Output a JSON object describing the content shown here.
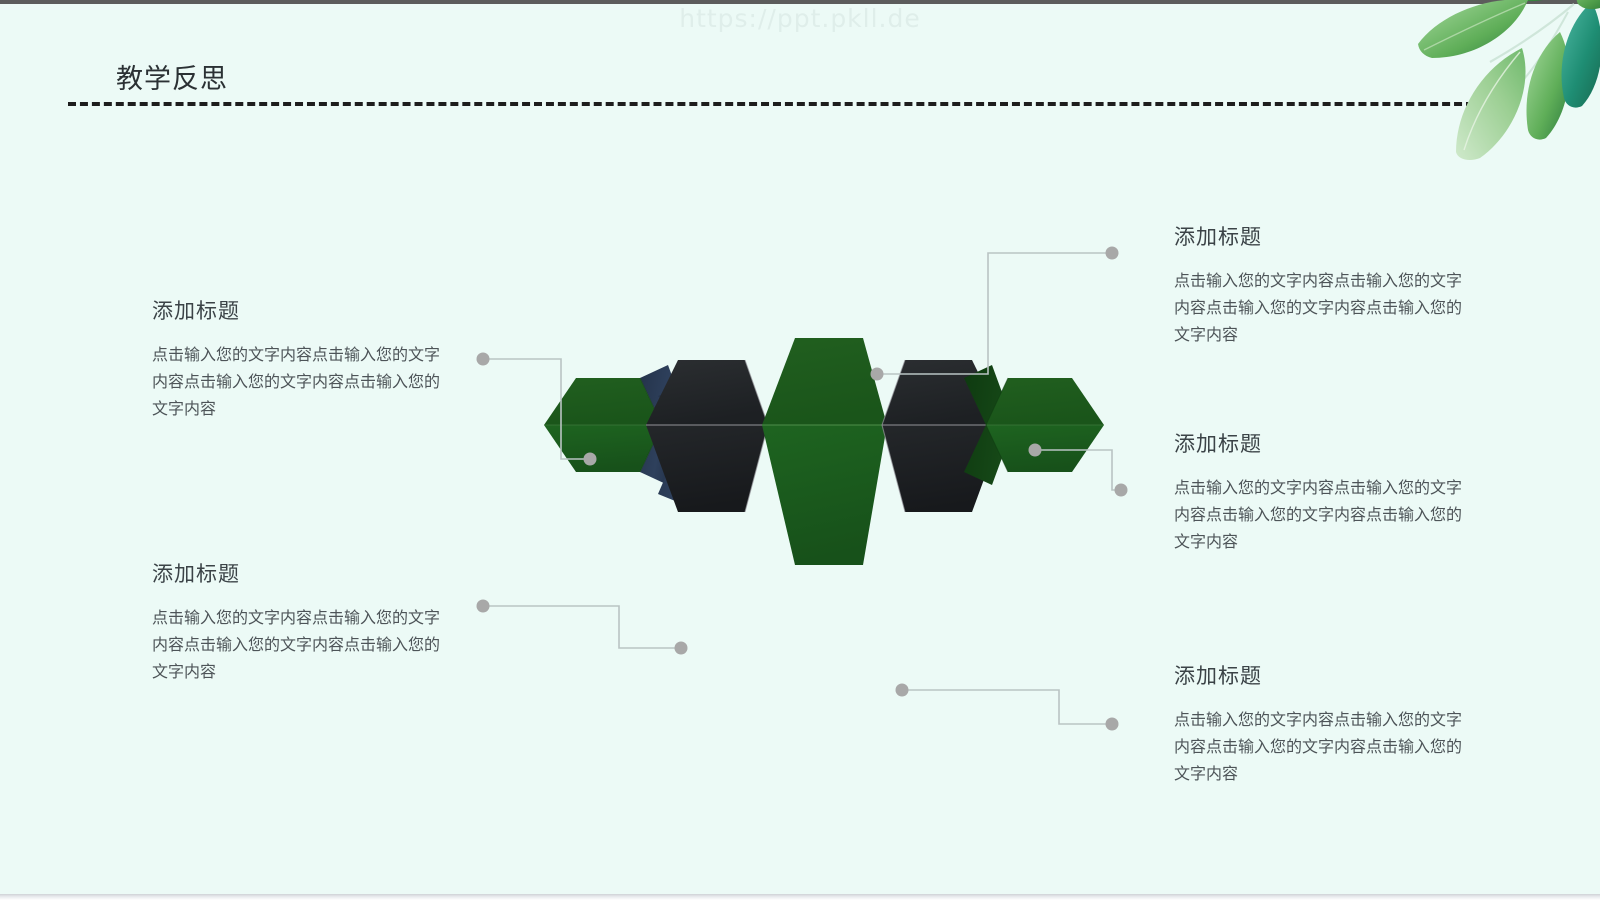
{
  "slide": {
    "background_color": "#ecfaf6",
    "watermark": "https://ppt.pkll.de",
    "title": "教学反思"
  },
  "palette": {
    "background": "#ecfaf6",
    "green_front": "#1d5e1c",
    "green_top": "#1f6a20",
    "green_side_dark": "#123f12",
    "dark_front": "#222528",
    "dark_top": "#2b2f33",
    "dark_side_navy": "#2b3b55",
    "connector_line": "#b9c4c3",
    "connector_dot": "#a8a8a8",
    "heading_text": "#3b4347",
    "body_text": "#4d5458",
    "title_text": "#2b3134",
    "divider": "#1d1d1d",
    "watermark_text": "#dfeeea"
  },
  "diagram": {
    "type": "5-layer-3d-hexagonal-prism-stack",
    "blocks": [
      {
        "id": "block-1",
        "color": "green",
        "position": "far-left",
        "relative_height": 0.34
      },
      {
        "id": "block-2",
        "color": "dark",
        "position": "left",
        "relative_height": 0.7
      },
      {
        "id": "block-3",
        "color": "green",
        "position": "center",
        "relative_height": 1.0
      },
      {
        "id": "block-4",
        "color": "dark",
        "position": "right",
        "relative_height": 0.7
      },
      {
        "id": "block-5",
        "color": "green",
        "position": "far-right",
        "relative_height": 0.34
      }
    ]
  },
  "callouts": {
    "top_left": {
      "heading": "添加标题",
      "body": "点击输入您的文字内容点击输入您的文字内容点击输入您的文字内容点击输入您的文字内容"
    },
    "bottom_left": {
      "heading": "添加标题",
      "body": "点击输入您的文字内容点击输入您的文字内容点击输入您的文字内容点击输入您的文字内容"
    },
    "top_right": {
      "heading": "添加标题",
      "body": "点击输入您的文字内容点击输入您的文字内容点击输入您的文字内容点击输入您的文字内容"
    },
    "middle_right": {
      "heading": "添加标题",
      "body": "点击输入您的文字内容点击输入您的文字内容点击输入您的文字内容点击输入您的文字内容"
    },
    "bottom_right": {
      "heading": "添加标题",
      "body": "点击输入您的文字内容点击输入您的文字内容点击输入您的文字内容点击输入您的文字内容"
    }
  }
}
